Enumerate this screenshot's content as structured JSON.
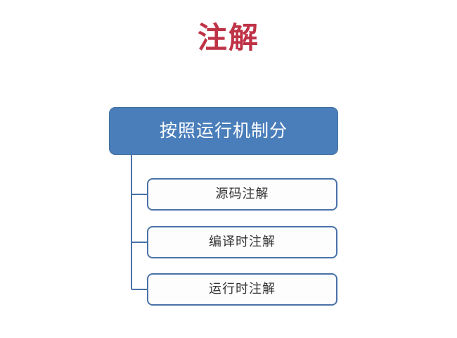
{
  "slide": {
    "background_color": "#ffffff",
    "title": "注解"
  },
  "theme": {
    "title_color": "#bf3347",
    "root_fill": "#4a7ebb",
    "root_text_color": "#ffffff",
    "child_fill": "#fdfdfd",
    "child_border_color": "#4a72a8",
    "child_text_color": "#333333",
    "connector_color": "#4a72a8"
  },
  "diagram": {
    "type": "hierarchy-tree",
    "root": {
      "label": "按照运行机制分"
    },
    "children": [
      {
        "label": "源码注解"
      },
      {
        "label": "编译时注解"
      },
      {
        "label": "运行时注解"
      }
    ]
  }
}
